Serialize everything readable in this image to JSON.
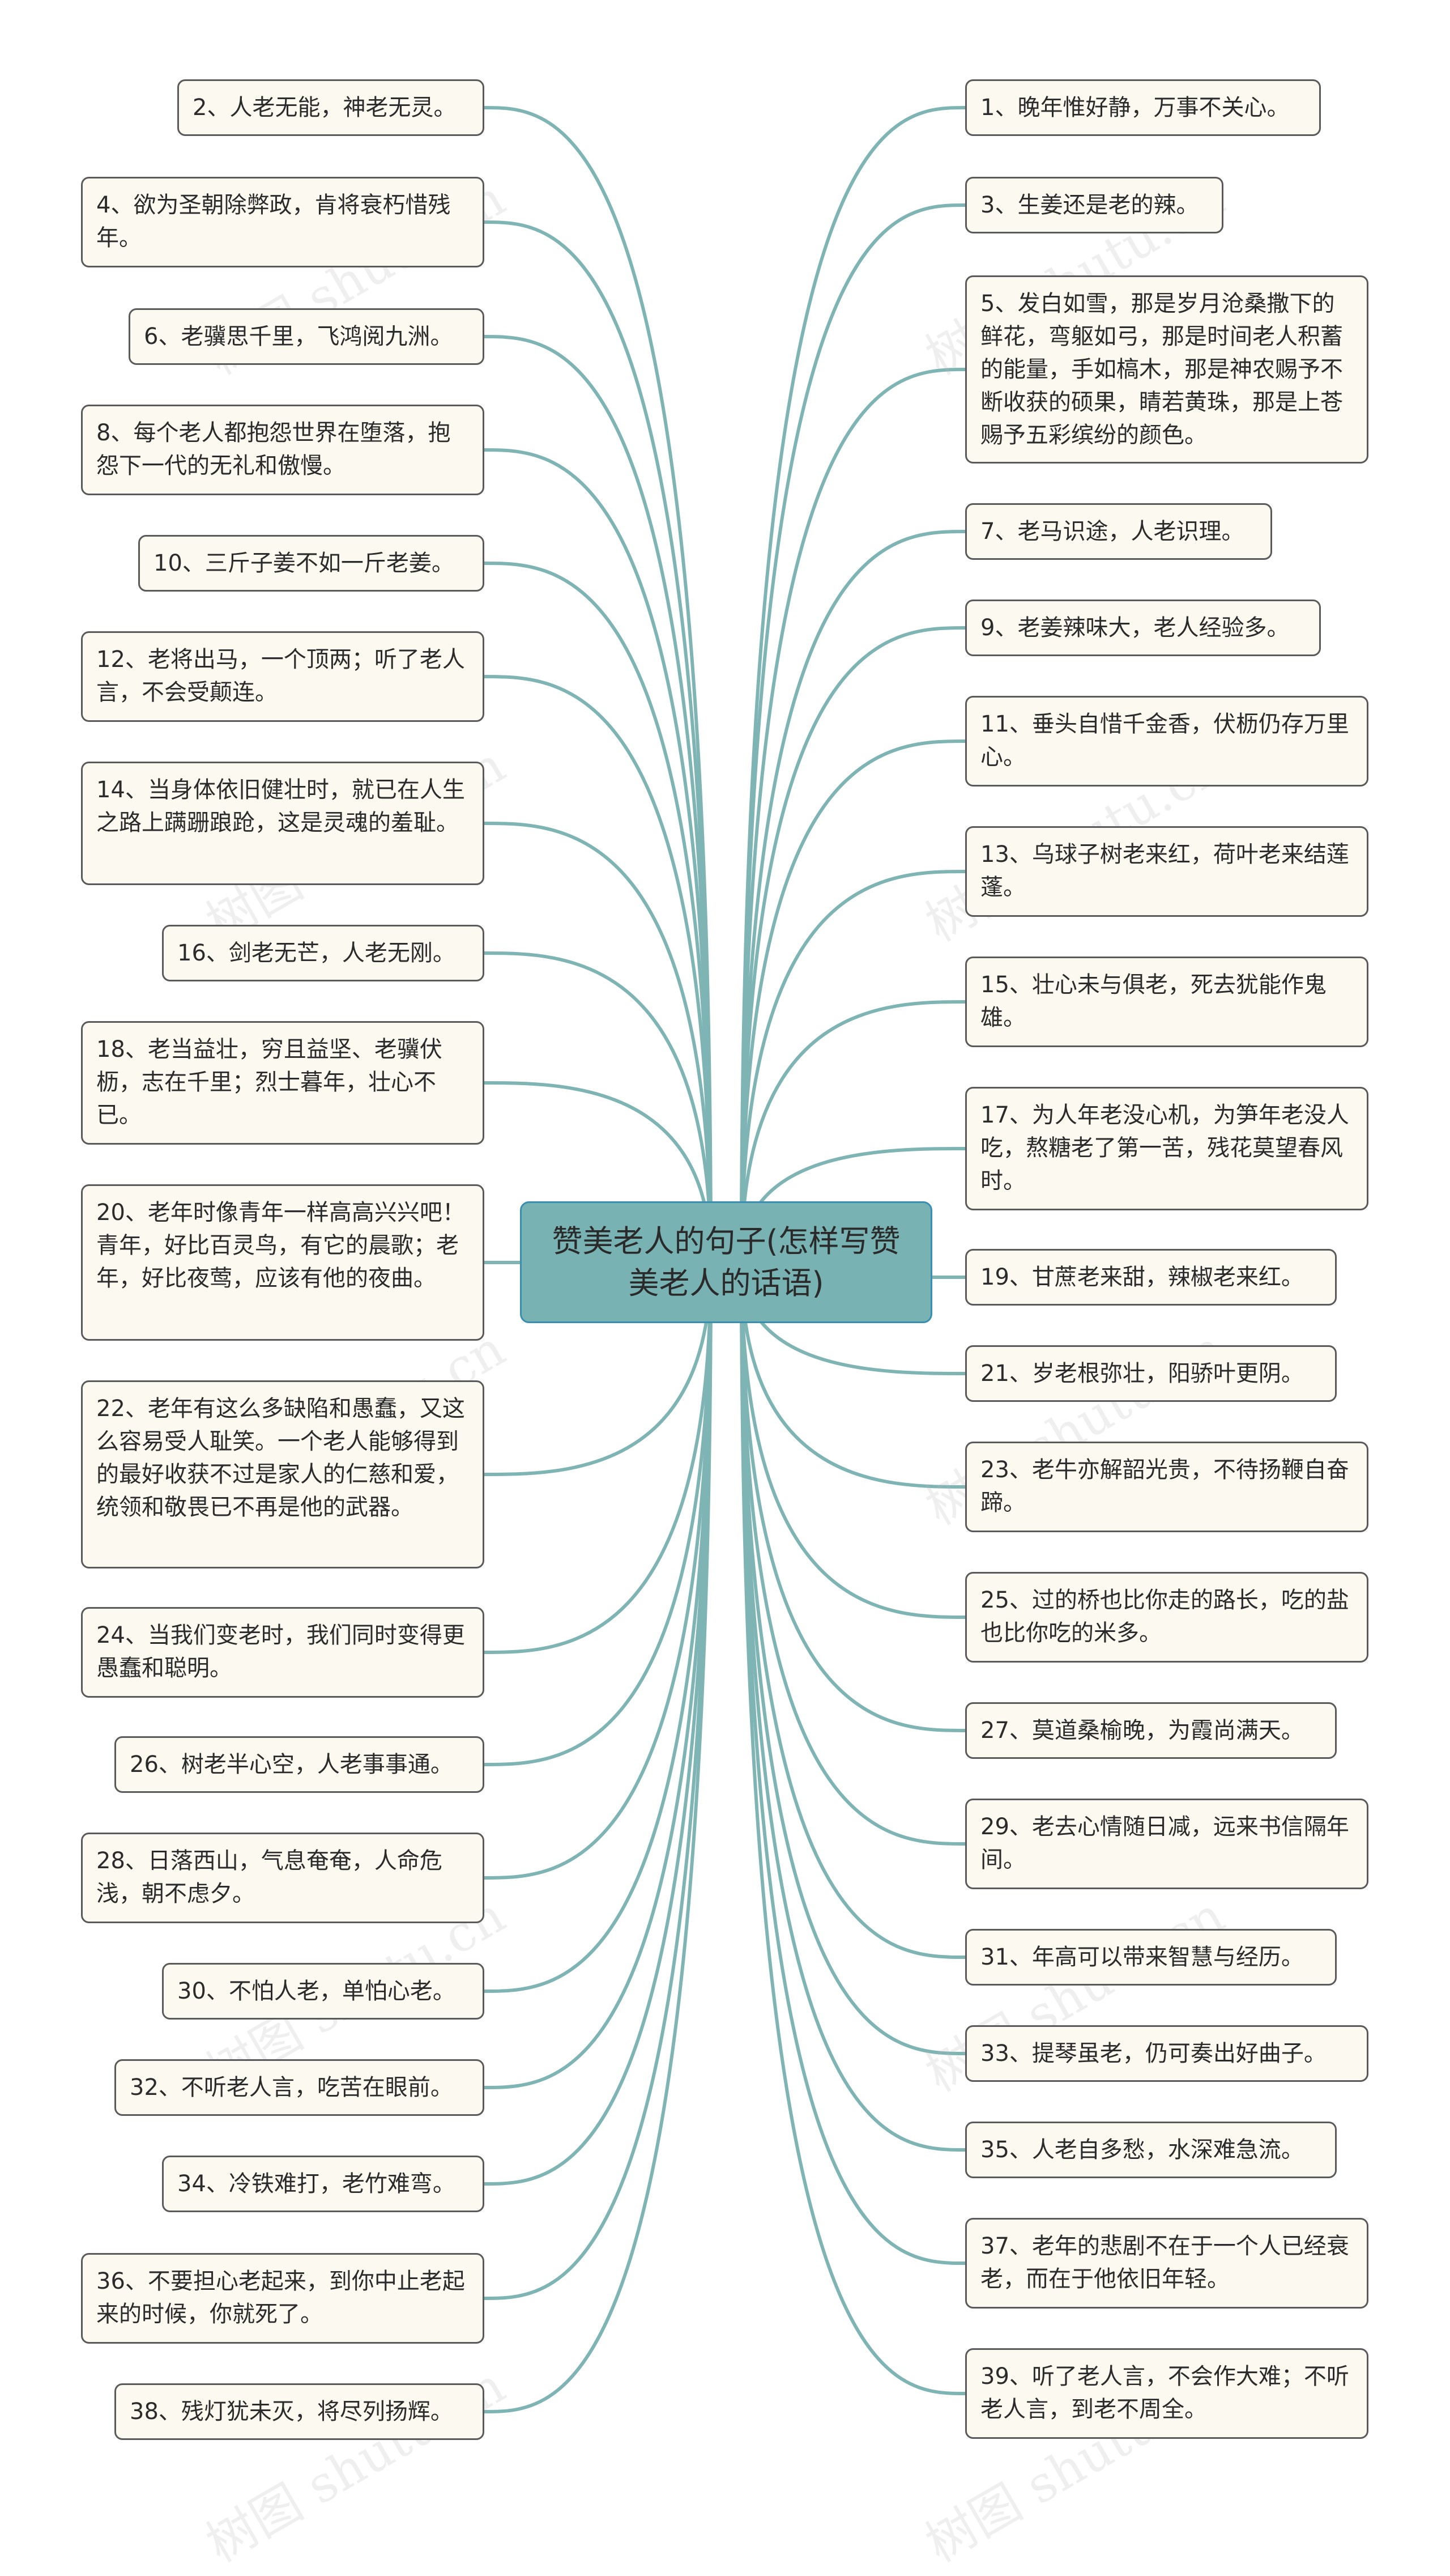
{
  "center": {
    "label": "赞美老人的句子(怎样写赞美老人的话语)"
  },
  "watermark": "树图 shutu.cn",
  "colors": {
    "link": "#7fb4b4",
    "center_fill": "#78b2b3",
    "node_fill": "#fcfaf0",
    "node_border": "#5a5a5a"
  },
  "left_nodes": [
    "2、人老无能，神老无灵。",
    "4、欲为圣朝除弊政，肯将衰朽惜残年。",
    "6、老骥思千里，飞鸿阅九洲。",
    "8、每个老人都抱怨世界在堕落，抱怨下一代的无礼和傲慢。",
    "10、三斤子姜不如一斤老姜。",
    "12、老将出马，一个顶两；听了老人言，不会受颠连。",
    "14、当身体依旧健壮时，就已在人生之路上蹒跚踉跄，这是灵魂的羞耻。",
    "16、剑老无芒，人老无刚。",
    "18、老当益壮，穷且益坚、老骥伏枥，志在千里；烈士暮年，壮心不已。",
    "20、老年时像青年一样高高兴兴吧！青年，好比百灵鸟，有它的晨歌；老年，好比夜莺，应该有他的夜曲。",
    "22、老年有这么多缺陷和愚蠢，又这么容易受人耻笑。一个老人能够得到的最好收获不过是家人的仁慈和爱，统领和敬畏已不再是他的武器。",
    "24、当我们变老时，我们同时变得更愚蠢和聪明。",
    "26、树老半心空，人老事事通。",
    "28、日落西山，气息奄奄，人命危浅，朝不虑夕。",
    "30、不怕人老，单怕心老。",
    "32、不听老人言，吃苦在眼前。",
    "34、冷铁难打，老竹难弯。",
    "36、不要担心老起来，到你中止老起来的时候，你就死了。",
    "38、残灯犹未灭，将尽列扬辉。"
  ],
  "right_nodes": [
    "1、晚年惟好静，万事不关心。",
    "3、生姜还是老的辣。",
    "5、发白如雪，那是岁月沧桑撒下的鲜花，弯躯如弓，那是时间老人积蓄的能量，手如槁木，那是神农赐予不断收获的硕果，睛若黄珠，那是上苍赐予五彩缤纷的颜色。",
    "7、老马识途，人老识理。",
    "9、老姜辣味大，老人经验多。",
    "11、垂头自惜千金香，伏枥仍存万里心。",
    "13、乌球子树老来红，荷叶老来结莲蓬。",
    "15、壮心未与俱老，死去犹能作鬼雄。",
    "17、为人年老没心机，为笋年老没人吃，熬糖老了第一苦，残花莫望春风时。",
    "19、甘蔗老来甜，辣椒老来红。",
    "21、岁老根弥壮，阳骄叶更阴。",
    "23、老牛亦解韶光贵，不待扬鞭自奋蹄。",
    "25、过的桥也比你走的路长，吃的盐也比你吃的米多。",
    "27、莫道桑榆晚，为霞尚满天。",
    "29、老去心情随日减，远来书信隔年间。",
    "31、年高可以带来智慧与经历。",
    "33、提琴虽老，仍可奏出好曲子。",
    "35、人老自多愁，水深难急流。",
    "37、老年的悲剧不在于一个人已经衰老，而在于他依旧年轻。",
    "39、听了老人言，不会作大难；不听老人言，到老不周全。"
  ]
}
